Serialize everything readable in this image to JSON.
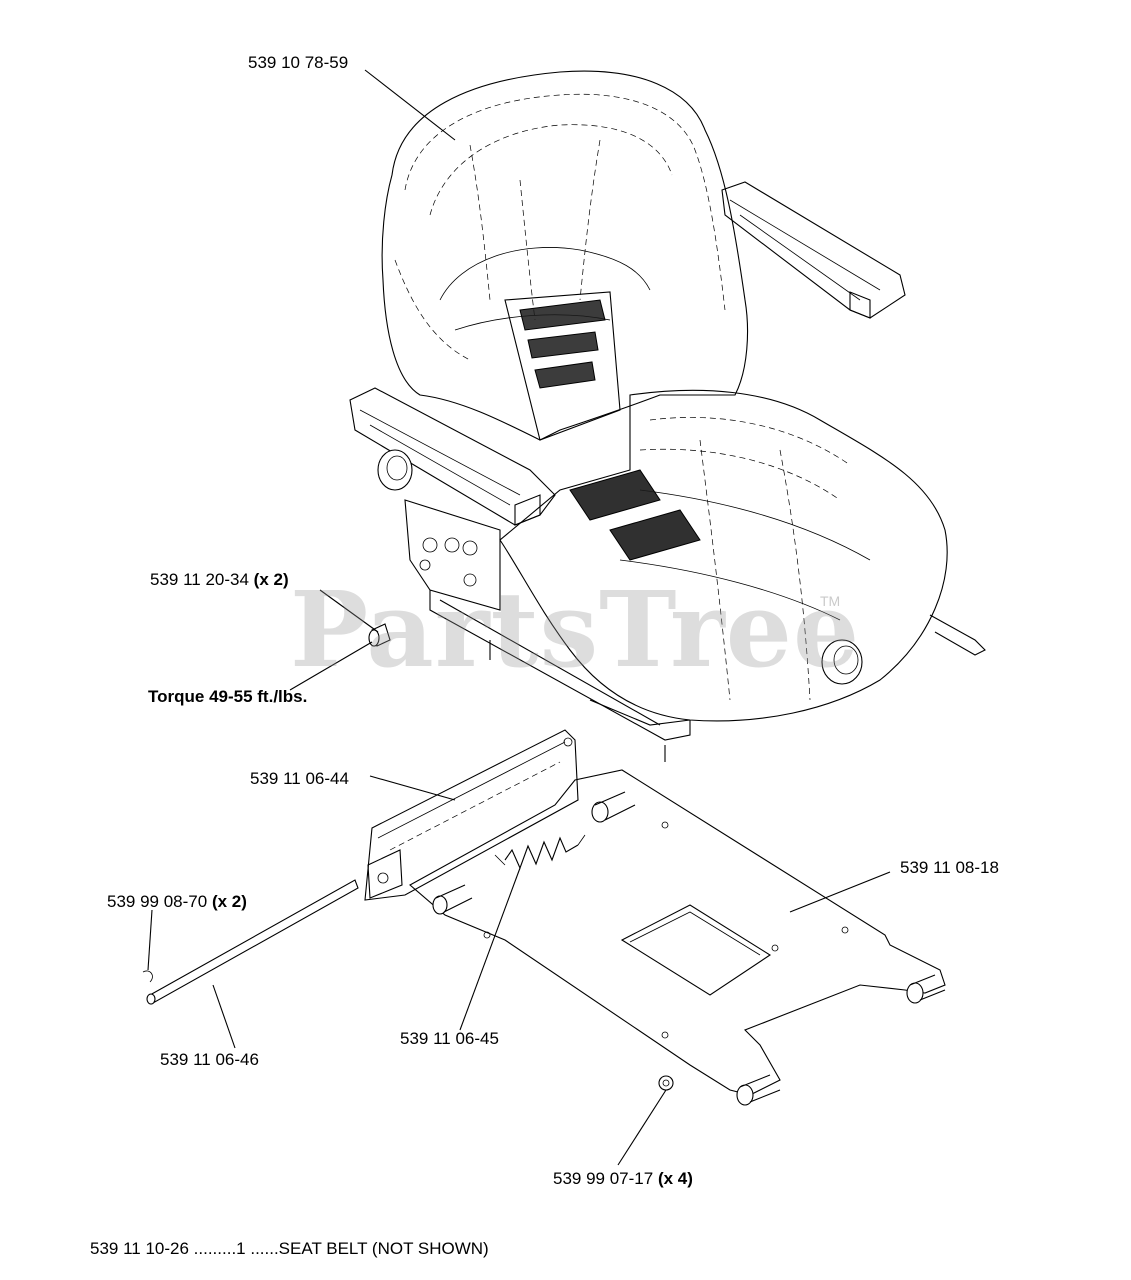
{
  "watermark": {
    "text": "PartsTree",
    "tm": "TM"
  },
  "callouts": {
    "seat": {
      "part": "539 10 78-59"
    },
    "bolt": {
      "part": "539 11 20-34",
      "qty": "(x 2)"
    },
    "torque": {
      "text": "Torque 49-55 ft./lbs."
    },
    "bracket": {
      "part": "539 11 06-44"
    },
    "plate": {
      "part": "539 11 08-18"
    },
    "clip": {
      "part": "539 99 08-70",
      "qty": "(x 2)"
    },
    "rod": {
      "part": "539 11 06-46"
    },
    "spring": {
      "part": "539 11 06-45"
    },
    "nut": {
      "part": "539 99 07-17",
      "qty": "(x 4)"
    }
  },
  "footer": {
    "note": "539 11 10-26 .........1 ......SEAT BELT (NOT SHOWN)"
  }
}
